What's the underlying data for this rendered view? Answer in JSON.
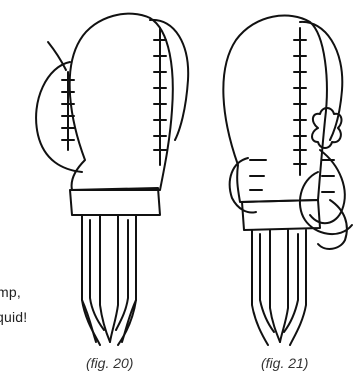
{
  "text": {
    "line1": "mp,",
    "line2": "quid!"
  },
  "captions": {
    "fig20": "(fig. 20)",
    "fig21": "(fig. 21)"
  }
}
